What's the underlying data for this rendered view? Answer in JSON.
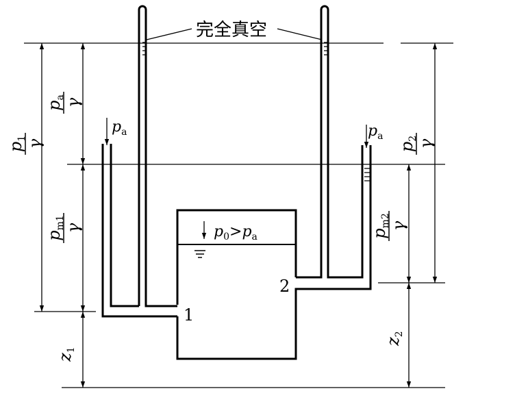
{
  "vacuum_label": "完全真空",
  "p": "p",
  "gamma": "γ",
  "sub_a": "a",
  "sub_1": "1",
  "sub_2": "2",
  "sub_m1": "m1",
  "sub_m2": "m2",
  "sub_0": "0",
  "gt": ">",
  "z": "z",
  "point_1": "1",
  "point_2": "2"
}
